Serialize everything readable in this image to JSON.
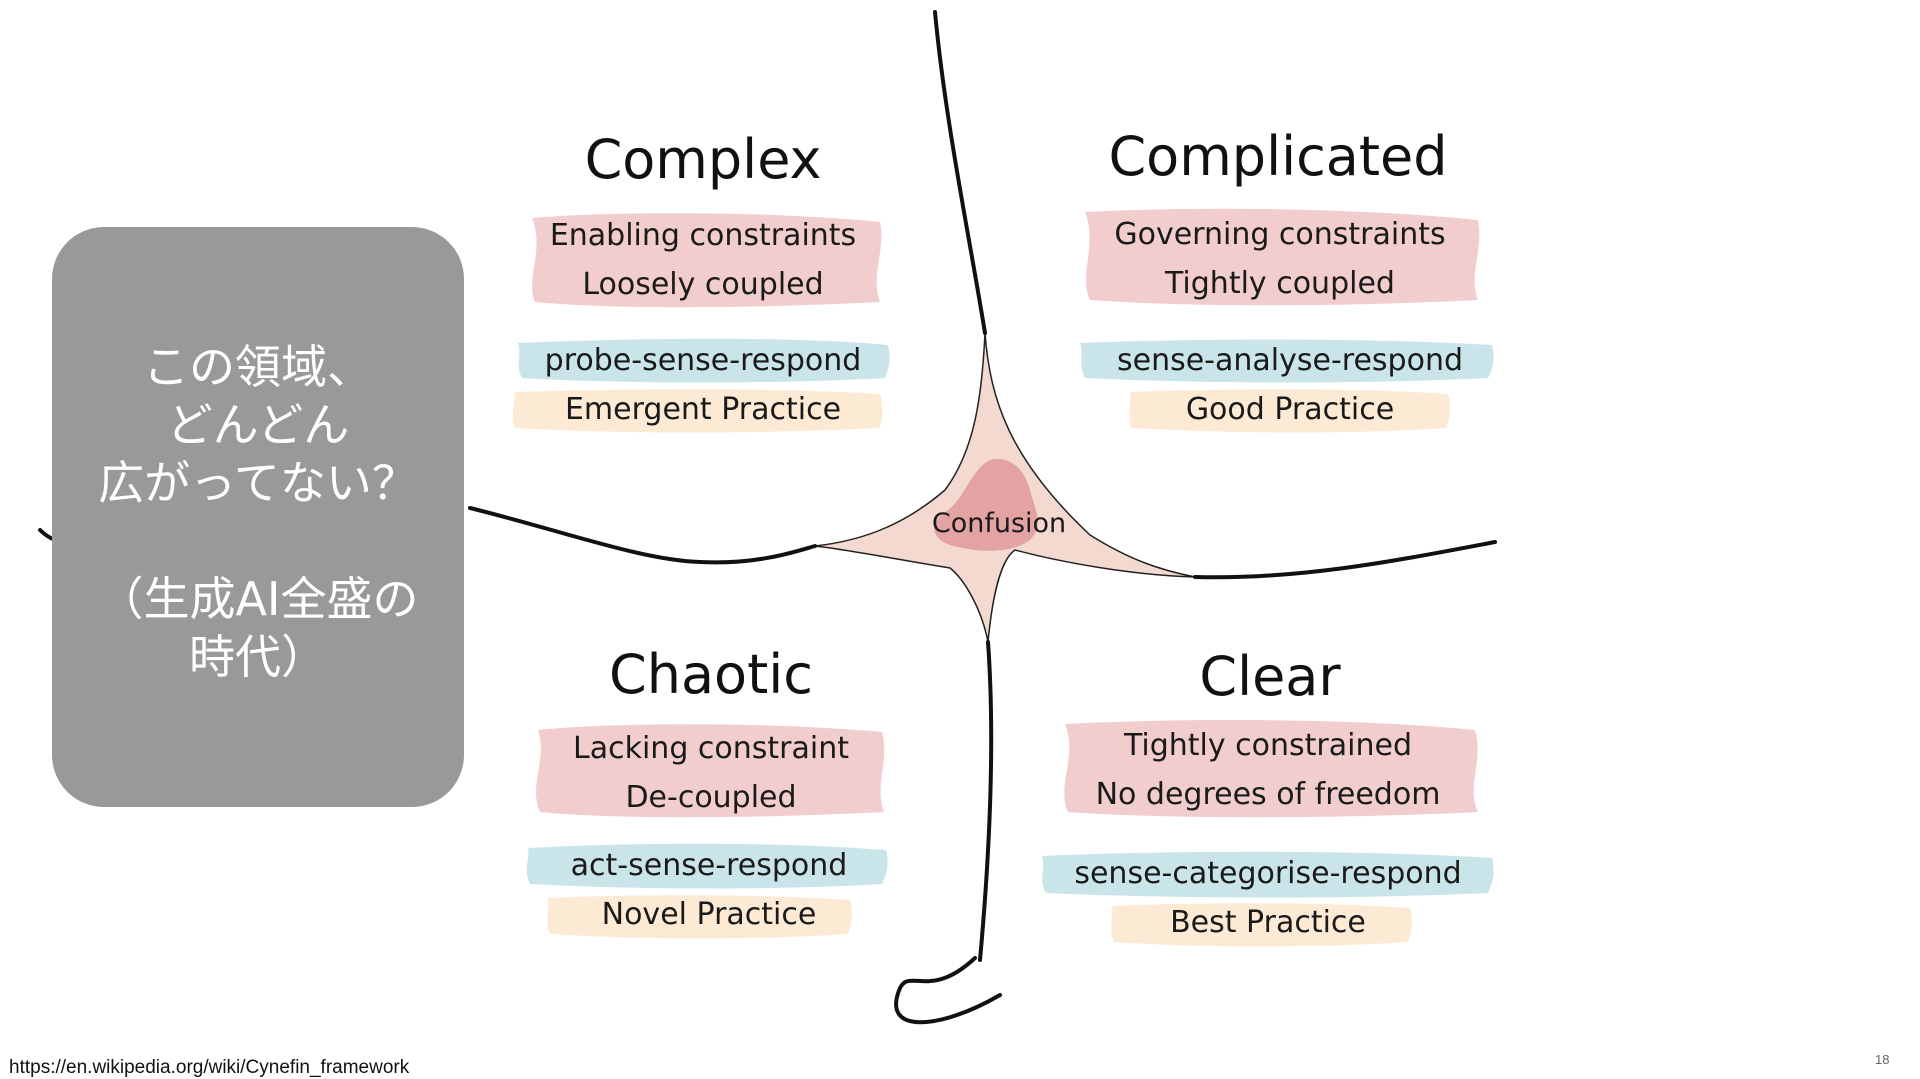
{
  "domains": {
    "complex": {
      "title": "Complex",
      "constraints": [
        "Enabling constraints",
        "Loosely coupled"
      ],
      "approach": "probe-sense-respond",
      "practice": "Emergent Practice"
    },
    "complicated": {
      "title": "Complicated",
      "constraints": [
        "Governing constraints",
        "Tightly coupled"
      ],
      "approach": "sense-analyse-respond",
      "practice": "Good Practice"
    },
    "chaotic": {
      "title": "Chaotic",
      "constraints": [
        "Lacking constraint",
        "De-coupled"
      ],
      "approach": "act-sense-respond",
      "practice": "Novel Practice"
    },
    "clear": {
      "title": "Clear",
      "constraints": [
        "Tightly constrained",
        "No degrees of freedom"
      ],
      "approach": "sense-categorise-respond",
      "practice": "Best Practice"
    }
  },
  "center_label": "Confusion",
  "callout": {
    "text": "この領域、\nどんどん\n広がってない？\n\n（生成AI全盛の\n時代）"
  },
  "footer": {
    "source": "https://en.wikipedia.org/wiki/Cynefin_framework",
    "page_number": "18"
  },
  "colors": {
    "constraint_highlight": "#f0c4c4",
    "approach_highlight": "#bfe0e6",
    "practice_highlight": "#fce8cf",
    "confusion_fill": "#f3d9cf",
    "confusion_core": "#e3a3a3",
    "callout_bg": "#999999"
  }
}
